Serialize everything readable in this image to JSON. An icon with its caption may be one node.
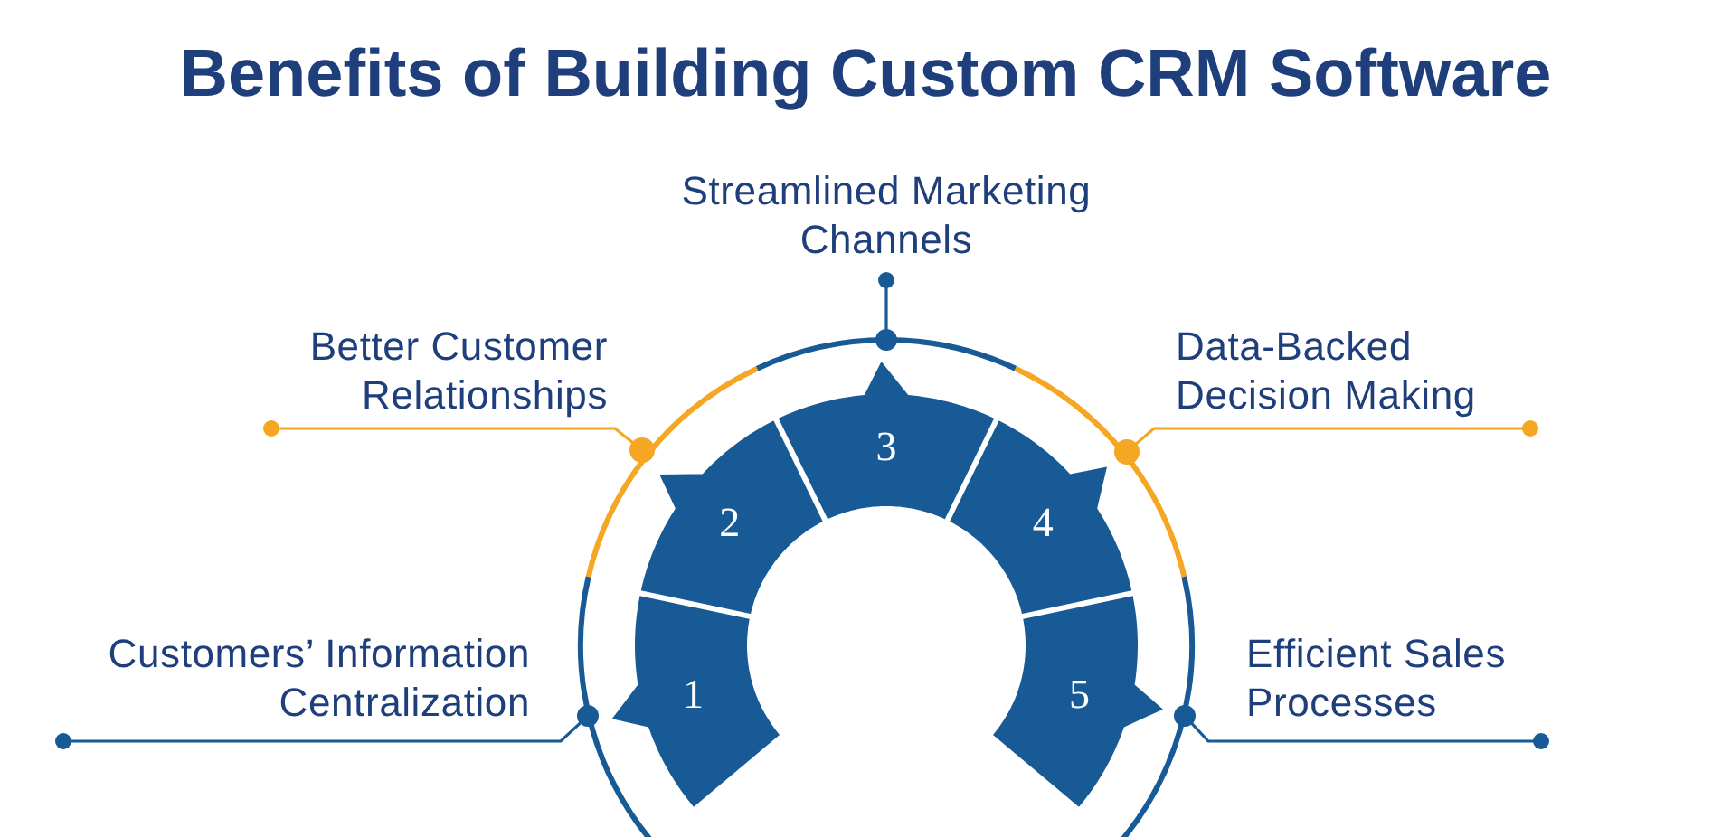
{
  "diagram": {
    "title": "Benefits of Building Custom CRM Software",
    "nodes": [
      {
        "text": [
          "Streamlined Marketing Channels"
        ]
      },
      {
        "text": [
          "Better Customer Relationships"
        ]
      },
      {
        "text": [
          "Data-Backed Decision Making"
        ]
      },
      {
        "text": [
          "Customers’ Information Centralization"
        ]
      },
      {
        "text": [
          "Efficient Sales Processes"
        ]
      },
      {
        "text": [],
        "shape": "circle"
      },
      {
        "text": [],
        "shape": "circle"
      },
      {
        "text": [],
        "shape": "circle"
      },
      {
        "text": [],
        "shape": "circle"
      },
      {
        "text": [],
        "shape": "circle"
      },
      {
        "text": [
          "1"
        ]
      },
      {
        "text": [
          "2"
        ]
      },
      {
        "text": [
          "3"
        ]
      },
      {
        "text": [
          "4"
        ]
      },
      {
        "text": [
          "5"
        ]
      }
    ],
    "edges": [
      {
        "from": 0,
        "to": 5,
        "arrow": "other"
      },
      {
        "from": 1,
        "to": 6,
        "arrow": "other",
        "color": "#f5a623"
      },
      {
        "from": 2,
        "to": 7,
        "arrow": "other",
        "color": "#f5a623"
      },
      {
        "from": 3,
        "to": 8,
        "arrow": "other"
      },
      {
        "from": 4,
        "to": 9,
        "arrow": "other"
      }
    ]
  }
}
